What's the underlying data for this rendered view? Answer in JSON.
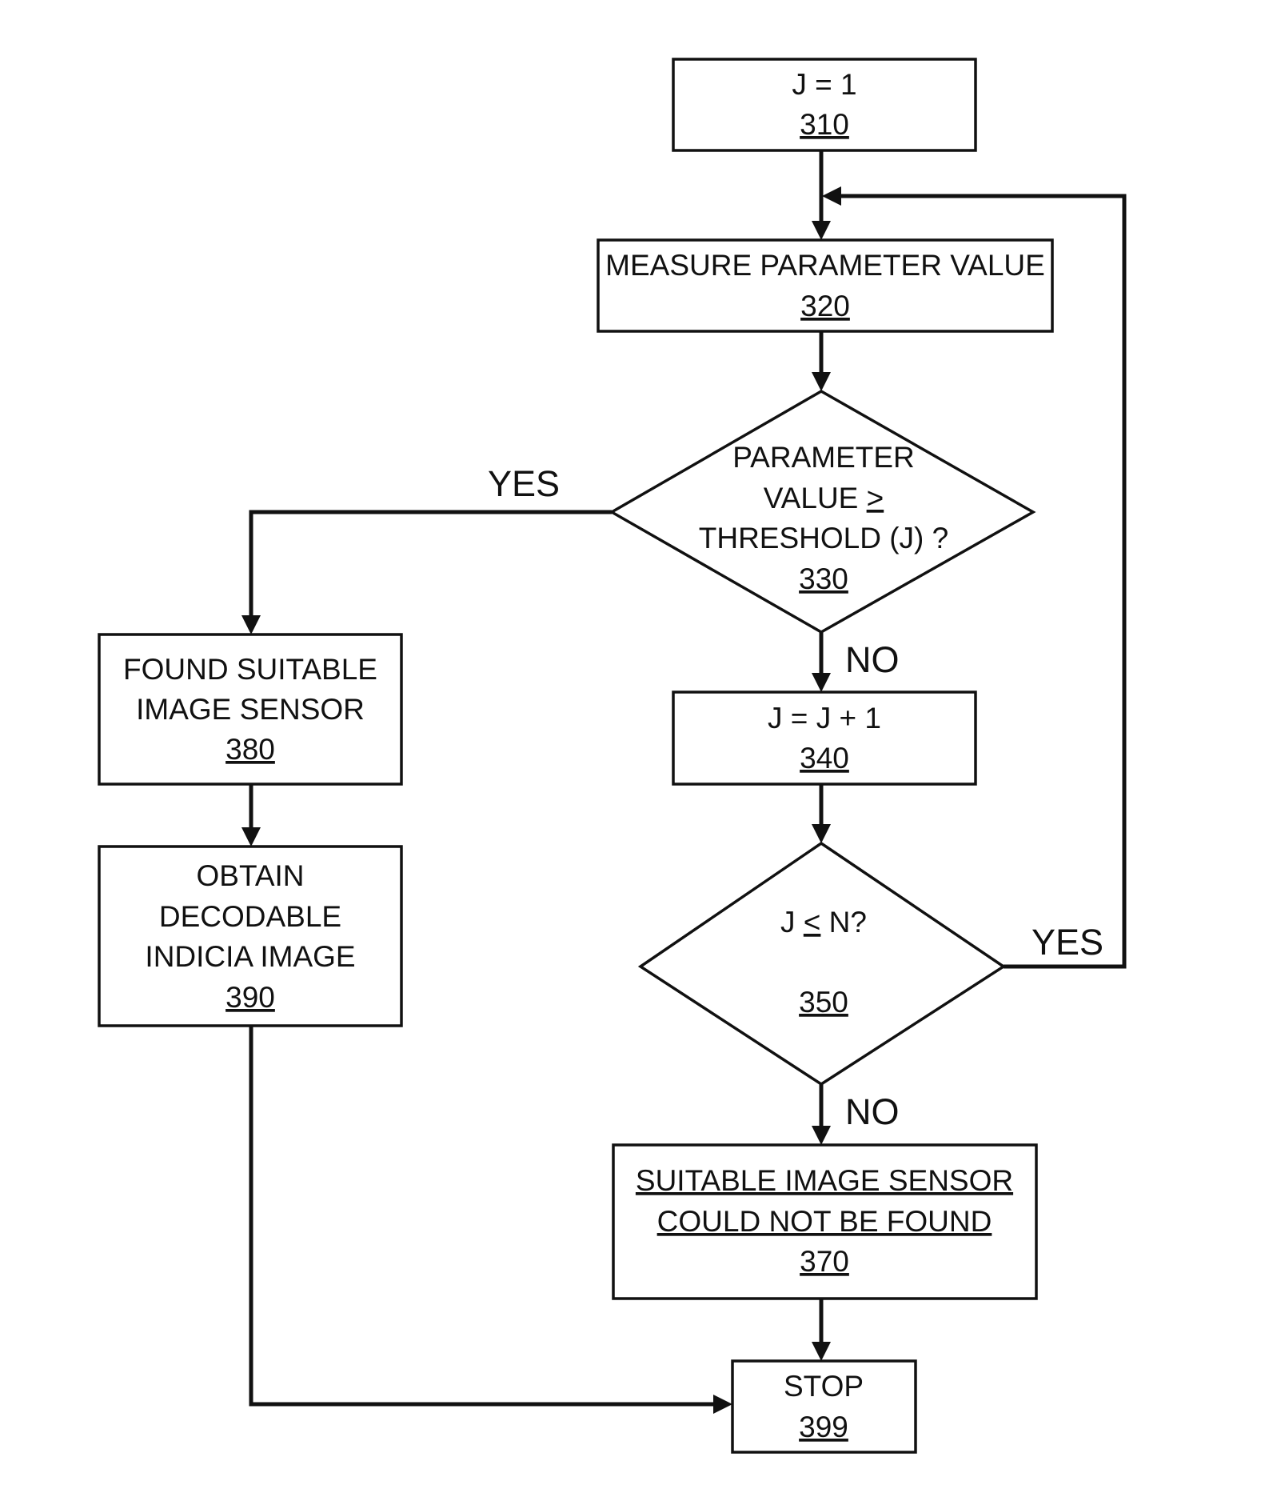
{
  "nodes": {
    "n310": {
      "line1": "J = 1",
      "ref": "310"
    },
    "n320": {
      "line1": "MEASURE PARAMETER VALUE",
      "ref": "320"
    },
    "n330": {
      "line1": "PARAMETER",
      "line2_prefix": "VALUE ",
      "line2_symbol": ">",
      "line3": "THRESHOLD (J) ?",
      "ref": "330"
    },
    "n340": {
      "line1": "J = J + 1",
      "ref": "340"
    },
    "n350": {
      "line1_prefix": "J ",
      "line1_symbol": "<",
      "line1_suffix": " N?",
      "ref": "350"
    },
    "n370": {
      "line1": "SUITABLE IMAGE SENSOR",
      "line2": "COULD NOT BE FOUND",
      "ref": "370"
    },
    "n380": {
      "line1": "FOUND SUITABLE",
      "line2": "IMAGE SENSOR",
      "ref": "380"
    },
    "n390": {
      "line1": "OBTAIN",
      "line2": "DECODABLE",
      "line3": "INDICIA IMAGE",
      "ref": "390"
    },
    "n399": {
      "line1": "STOP",
      "ref": "399"
    }
  },
  "edge_labels": {
    "yes_330": "YES",
    "no_330": "NO",
    "yes_350": "YES",
    "no_350": "NO"
  }
}
